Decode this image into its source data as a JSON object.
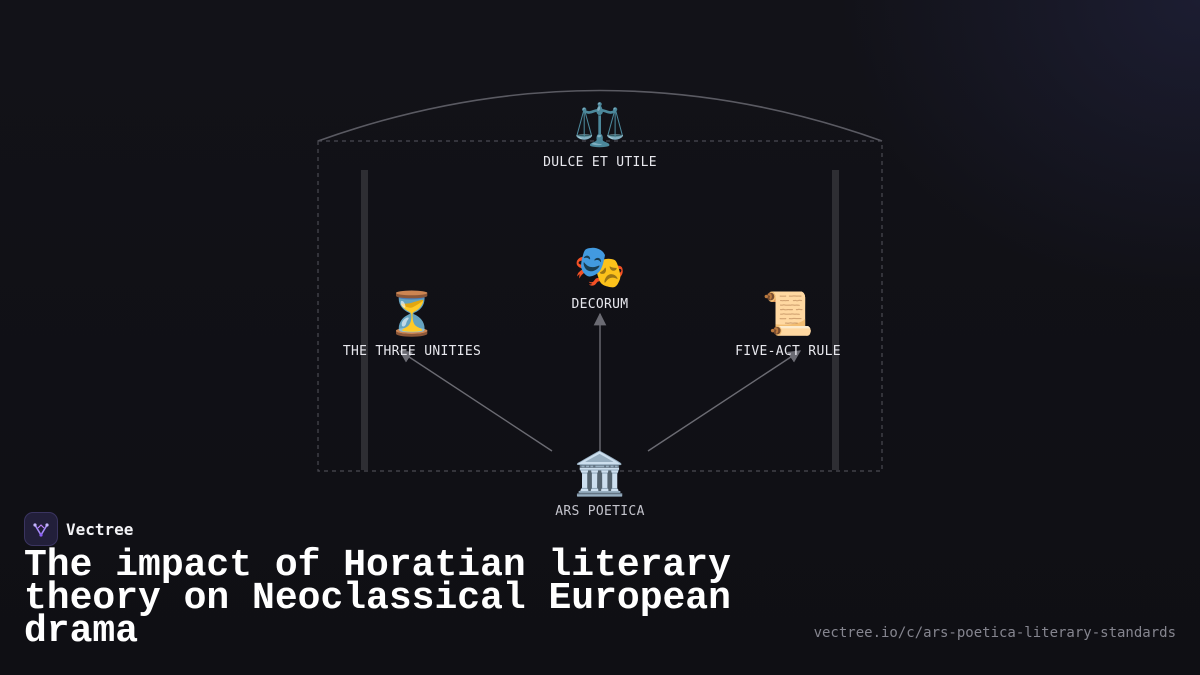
{
  "diagram": {
    "nodes": {
      "top": {
        "icon": "scales-icon",
        "emoji": "⚖️",
        "label": "DULCE ET UTILE"
      },
      "center": {
        "icon": "performing-arts-masks-icon",
        "emoji": "🎭",
        "label": "DECORUM"
      },
      "left": {
        "icon": "hourglass-icon",
        "emoji": "⏳",
        "label": "THE THREE UNITIES"
      },
      "right": {
        "icon": "scroll-icon",
        "emoji": "📜",
        "label": "FIVE-ACT RULE"
      },
      "root": {
        "icon": "classical-building-icon",
        "emoji": "🏛️",
        "label": "ARS POETICA"
      }
    },
    "edges": [
      {
        "from": "root",
        "to": "left"
      },
      {
        "from": "root",
        "to": "center"
      },
      {
        "from": "root",
        "to": "right"
      }
    ]
  },
  "brand": {
    "name": "Vectree",
    "icon": "vectree-logo-icon"
  },
  "title": "The impact of Horatian literary theory on Neoclassical European drama",
  "url": "vectree.io/c/ars-poetica-literary-standards",
  "colors": {
    "background": "#111116",
    "line": "#6b6b73",
    "pillar": "#2e2e33",
    "accent": "#8b5cf6"
  }
}
